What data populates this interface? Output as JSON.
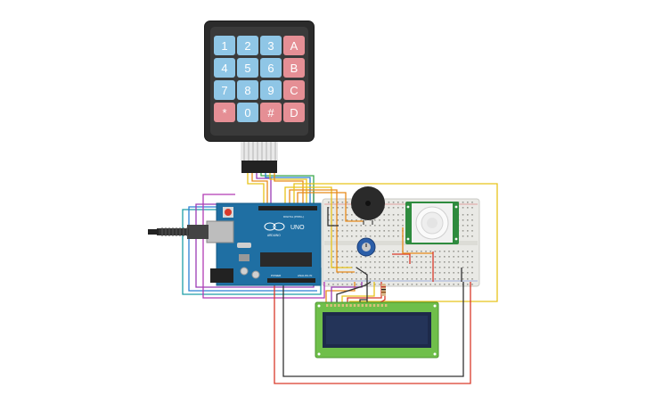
{
  "keypad": {
    "rows": [
      [
        "1",
        "2",
        "3",
        "A"
      ],
      [
        "4",
        "5",
        "6",
        "B"
      ],
      [
        "7",
        "8",
        "9",
        "C"
      ],
      [
        "*",
        "0",
        "#",
        "D"
      ]
    ]
  },
  "arduino": {
    "model_label": "UNO",
    "brand_label": "ARDUINO",
    "digital_label": "DIGITAL (PWM~)",
    "power_label": "POWER",
    "analog_label": "ANALOG IN"
  },
  "colors": {
    "board": "#1f6fa3",
    "breadboard": "#e8e8e4",
    "lcd_body": "#6fbf4a",
    "lcd_screen": "#1d2a4a",
    "pir_board": "#2e8b3e",
    "wire_red": "#d93a2b",
    "wire_black": "#333333",
    "wire_yellow": "#e8c31a",
    "wire_orange": "#e88a1a",
    "wire_purple": "#9b3bb5",
    "wire_green": "#3aa84b",
    "wire_blue": "#2a7fd4",
    "wire_teal": "#1e9ea8"
  }
}
